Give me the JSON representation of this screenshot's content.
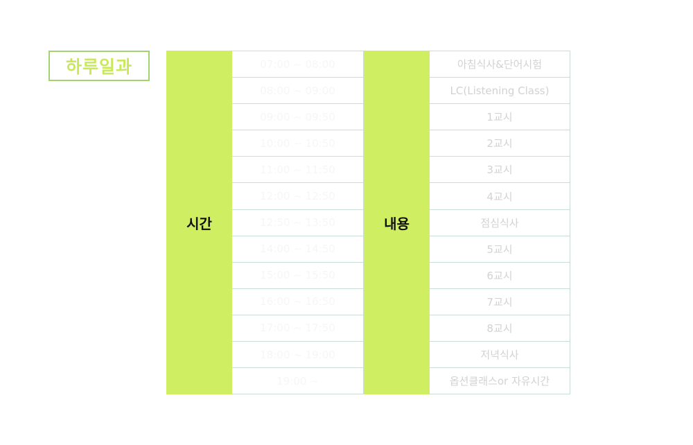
{
  "title": "하루일과",
  "table": {
    "time_header": "시간",
    "content_header": "내용",
    "rows": [
      {
        "time": "07:00 ~ 08:00",
        "content": "아침식사&단어시험"
      },
      {
        "time": "08:00 ~ 09:00",
        "content": "LC(Listening Class)"
      },
      {
        "time": "09:00 ~ 09:50",
        "content": "1교시"
      },
      {
        "time": "10:00 ~ 10:50",
        "content": "2교시"
      },
      {
        "time": "11:00 ~ 11:50",
        "content": "3교시"
      },
      {
        "time": "12:00 ~ 12:50",
        "content": "4교시"
      },
      {
        "time": "12:50 ~ 13:50",
        "content": "점심식사"
      },
      {
        "time": "14:00 ~ 14:50",
        "content": "5교시"
      },
      {
        "time": "15:00 ~ 15:50",
        "content": "6교시"
      },
      {
        "time": "16:00 ~ 16:50",
        "content": "7교시"
      },
      {
        "time": "17:00 ~ 17:50",
        "content": "8교시"
      },
      {
        "time": "18:00 ~ 19:00",
        "content": "저녁식사"
      },
      {
        "time": "19:00 ~",
        "content": "옵션클래스or 자유시간"
      }
    ]
  }
}
